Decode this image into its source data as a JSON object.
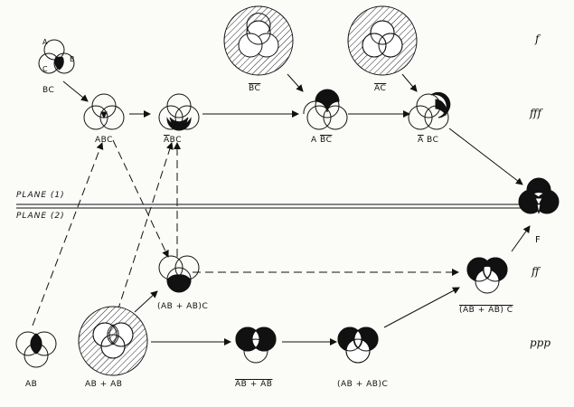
{
  "planes": {
    "plane1": "PLANE (1)",
    "plane2": "PLANE (2)"
  },
  "dynamics": {
    "row1": "f",
    "row2": "fff",
    "row3": "ff",
    "row4": "ppp"
  },
  "set_letters": {
    "a": "A",
    "b": "B",
    "c": "C"
  },
  "labels": {
    "bc": "BC",
    "abc": "ABC",
    "nabc_pre": "A",
    "nabc_post": "BC",
    "nbc_top": "BC",
    "nac_top": "AC",
    "a_nbc_pre": "A",
    "a_nbc_post": "BC",
    "na_bc_pre": "A",
    "na_bc_post": "BC",
    "f": "F",
    "mid_expr": "(AB + AB)C",
    "right_expr": "(AB + AB) C",
    "ab": "AB",
    "ab_plus_nab": "AB + AB",
    "not_ab_plus_nab": "AB + AB",
    "not_ab_plus_nab_c": "(AB + AB)C"
  }
}
